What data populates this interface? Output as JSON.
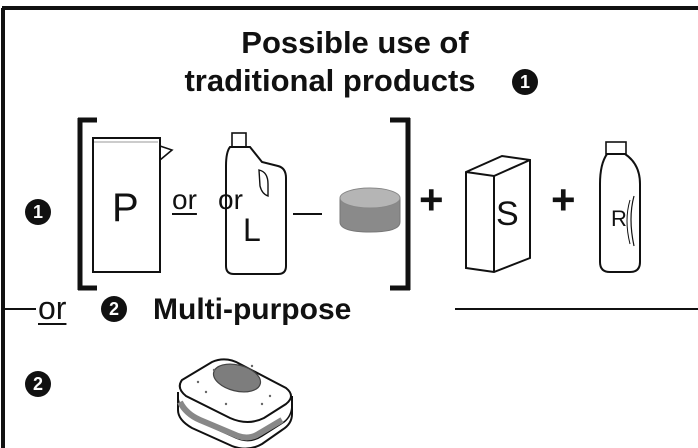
{
  "title": {
    "line1": "Possible use of",
    "line2": "traditional products",
    "marker": "1"
  },
  "row1": {
    "marker": "1",
    "powder_letter": "P",
    "or_1": "or",
    "or_2": "or",
    "liquid_letter": "L",
    "plus_1": "+",
    "salt_letter": "S",
    "plus_2": "+",
    "rinse_letter": "R"
  },
  "divider": {
    "or_label": "or",
    "marker": "2",
    "label": "Multi-purpose"
  },
  "row2": {
    "marker": "2"
  },
  "icons": {
    "powder": "powder-box-icon",
    "liquid": "liquid-bottle-icon",
    "tablet": "tablet-icon",
    "salt": "salt-box-icon",
    "rinse": "rinse-aid-bottle-icon",
    "multi_tablet": "multi-tablet-icon"
  }
}
